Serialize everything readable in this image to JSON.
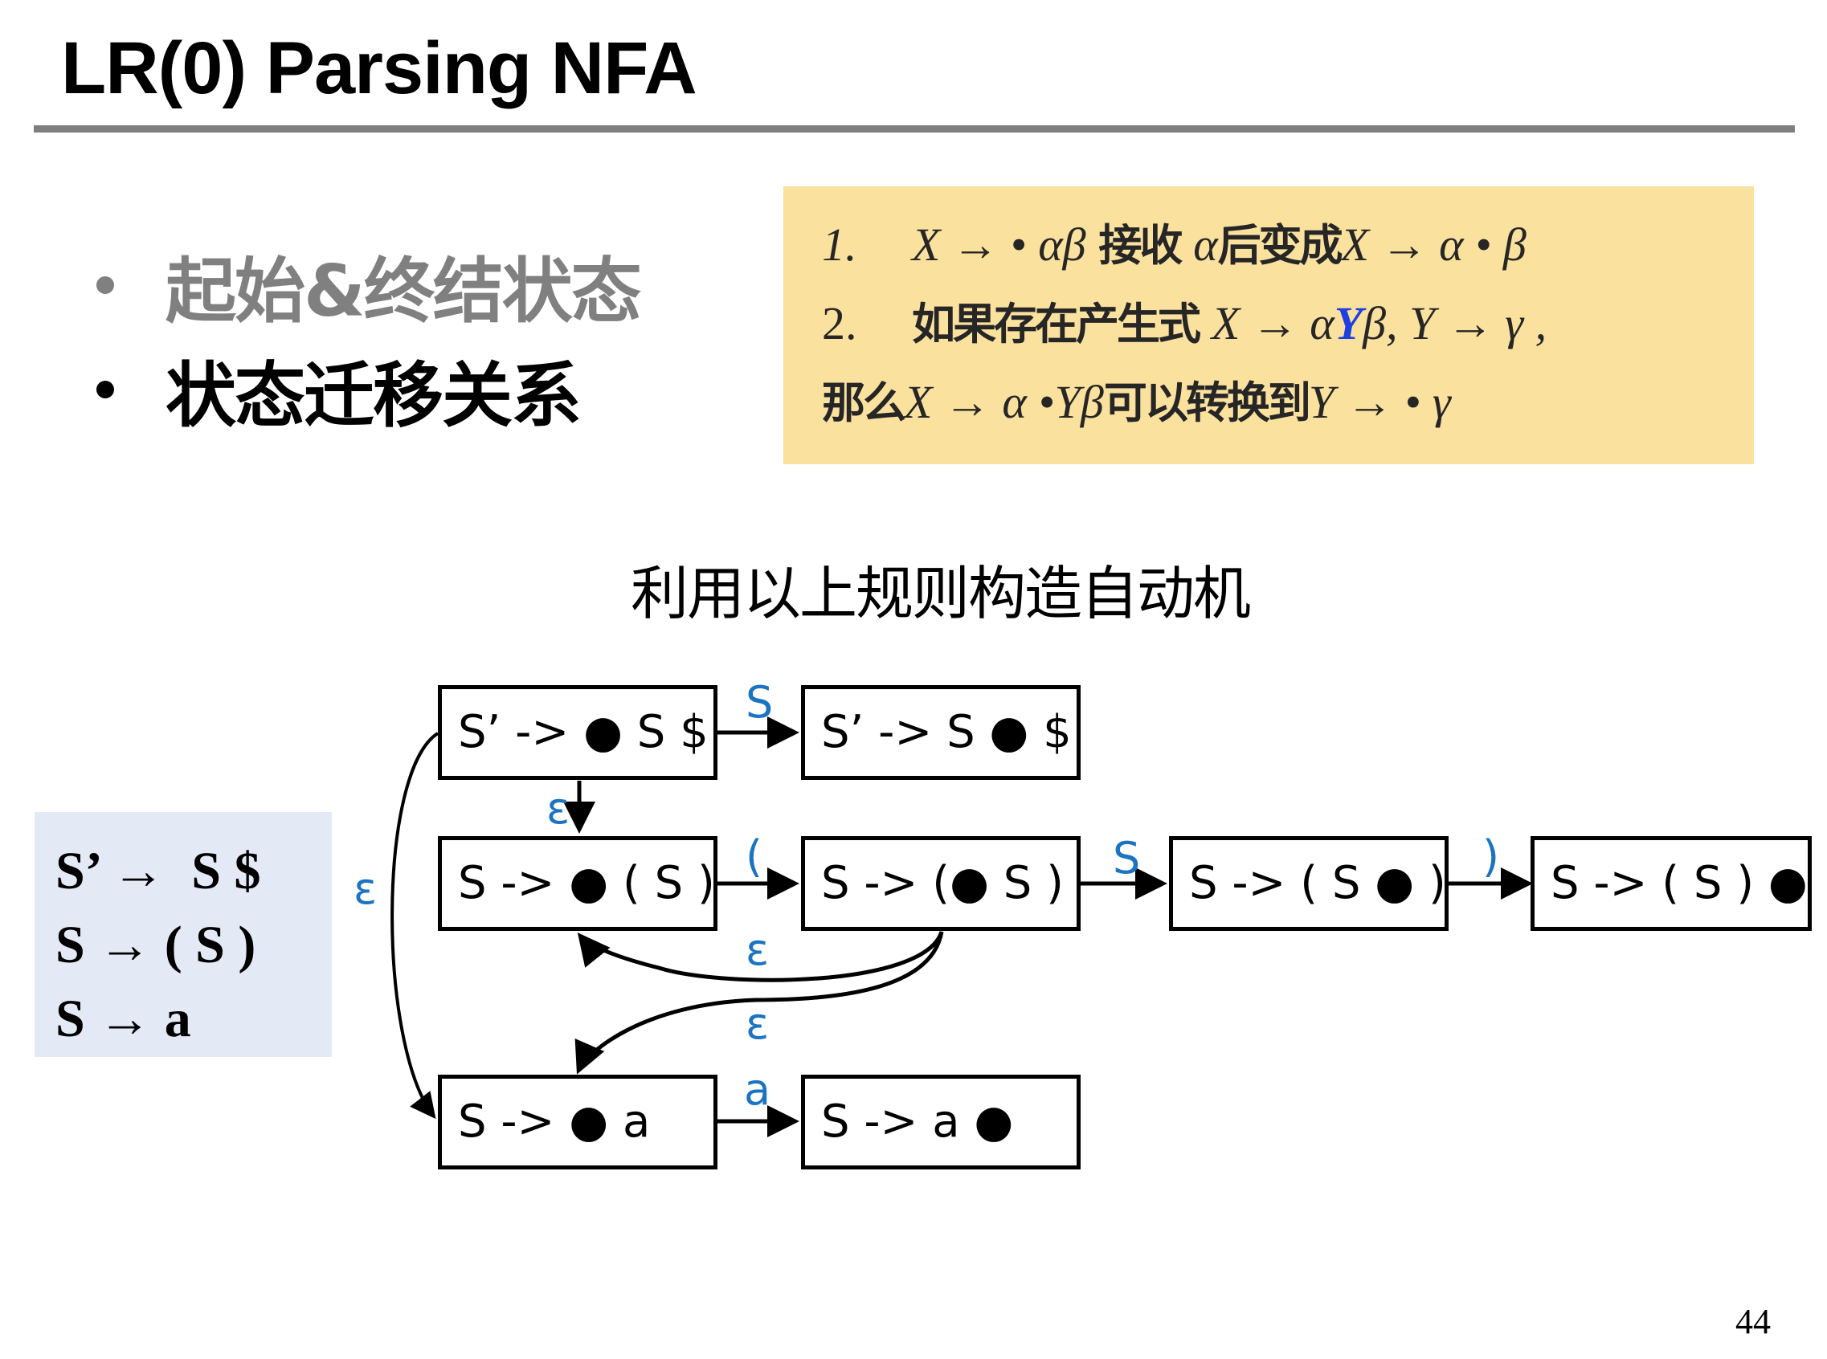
{
  "slide": {
    "title": "LR(0) Parsing NFA",
    "page_number": "44",
    "bullets": [
      {
        "text": "起始&终结状态",
        "state": "muted"
      },
      {
        "text": "状态迁移关系",
        "state": "active"
      }
    ],
    "rules_box": {
      "line1": {
        "num": "1.",
        "lhs": "X → • αβ",
        "cjk1": " 接收 ",
        "alpha": "α",
        "cjk2": "后变成",
        "rhs": "X → α • β"
      },
      "line2": {
        "num": "2.",
        "cjk": "如果存在产生式 ",
        "m1": "X →  α",
        "highlight": "Y",
        "m2": "β, Y → γ ,"
      },
      "line3": {
        "cjk1": "那么",
        "m1": "X → α •Yβ",
        "cjk2": "可以转换到",
        "m2": "Y → • γ"
      },
      "highlight_color": "#1f3fe0",
      "background": "#fbe19e"
    },
    "subtitle": "利用以上规则构造自动机",
    "grammar": {
      "rules": [
        "S’ →  S $",
        "S → ( S )",
        "S → a"
      ],
      "background": "#e4eaf5"
    }
  },
  "diagram": {
    "label_color": "#1a74c2",
    "states": [
      {
        "id": "s0",
        "text": "S’ -> ● S $"
      },
      {
        "id": "s1",
        "text": "S’ -> S ● $"
      },
      {
        "id": "s2",
        "text": "S -> ● ( S )"
      },
      {
        "id": "s3",
        "text": "S -> (● S )"
      },
      {
        "id": "s4",
        "text": "S -> ( S ● )"
      },
      {
        "id": "s5",
        "text": "S -> ( S ) ●"
      },
      {
        "id": "s6",
        "text": "S -> ● a"
      },
      {
        "id": "s7",
        "text": "S -> a ●"
      }
    ],
    "transitions": [
      {
        "from": "s0",
        "to": "s1",
        "label": "S"
      },
      {
        "from": "s0",
        "to": "s2",
        "label": "ε"
      },
      {
        "from": "s0",
        "to": "s6",
        "label": "ε"
      },
      {
        "from": "s2",
        "to": "s3",
        "label": "("
      },
      {
        "from": "s3",
        "to": "s4",
        "label": "S"
      },
      {
        "from": "s4",
        "to": "s5",
        "label": ")"
      },
      {
        "from": "s3",
        "to": "s2",
        "label": "ε"
      },
      {
        "from": "s3",
        "to": "s6",
        "label": "ε"
      },
      {
        "from": "s6",
        "to": "s7",
        "label": "a"
      }
    ]
  }
}
